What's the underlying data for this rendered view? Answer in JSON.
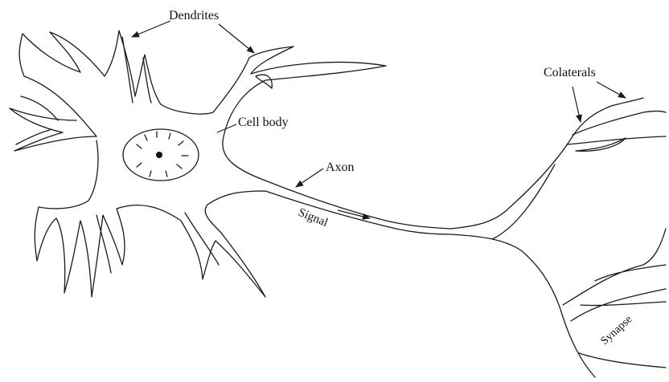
{
  "labels": {
    "dendrites": "Dendrites",
    "cell_body": "Cell body",
    "axon": "Axon",
    "signal": "Signal",
    "colaterals": "Colaterals",
    "synapse": "Synapse"
  },
  "colors": {
    "ink": "#1a1a1a",
    "background": "#ffffff"
  }
}
